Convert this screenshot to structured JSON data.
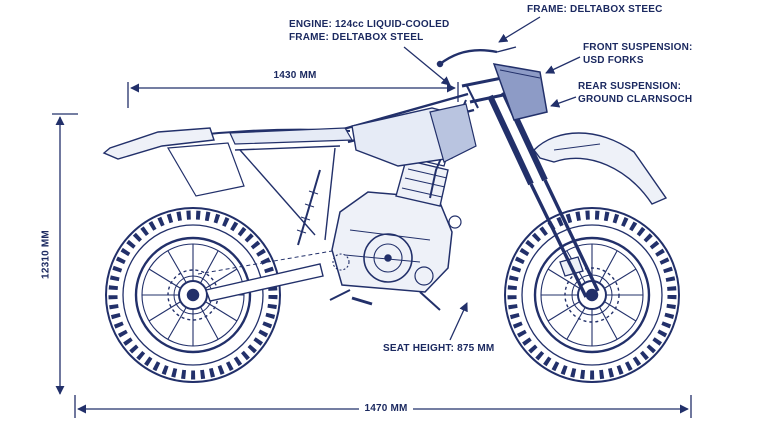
{
  "page": {
    "background": "#ffffff",
    "line_color": "#22306a",
    "text_color": "#1b2960",
    "plate_fill": "#8d9bc6",
    "body_fill": "#eef1f8"
  },
  "callouts": {
    "frame_top": "FRAME: DELTABOX STEEC",
    "engine": {
      "line1": "ENGINE: 124cc LIQUID-COOLED",
      "line2": "FRAME: DELTABOX STEEL"
    },
    "front_suspension": {
      "line1": "FRONT SUSPENSION:",
      "line2": "USD FORKS"
    },
    "rear_suspension": {
      "line1": "REAR SUSPENSION:",
      "line2": "GROUND CLARNSOCH"
    },
    "seat_height": "SEAT HEIGHT: 875 MM"
  },
  "dimensions": {
    "wheelbase_top": "1430 MM",
    "height_left": "12310 MM",
    "length_bottom": "1470 MM"
  }
}
